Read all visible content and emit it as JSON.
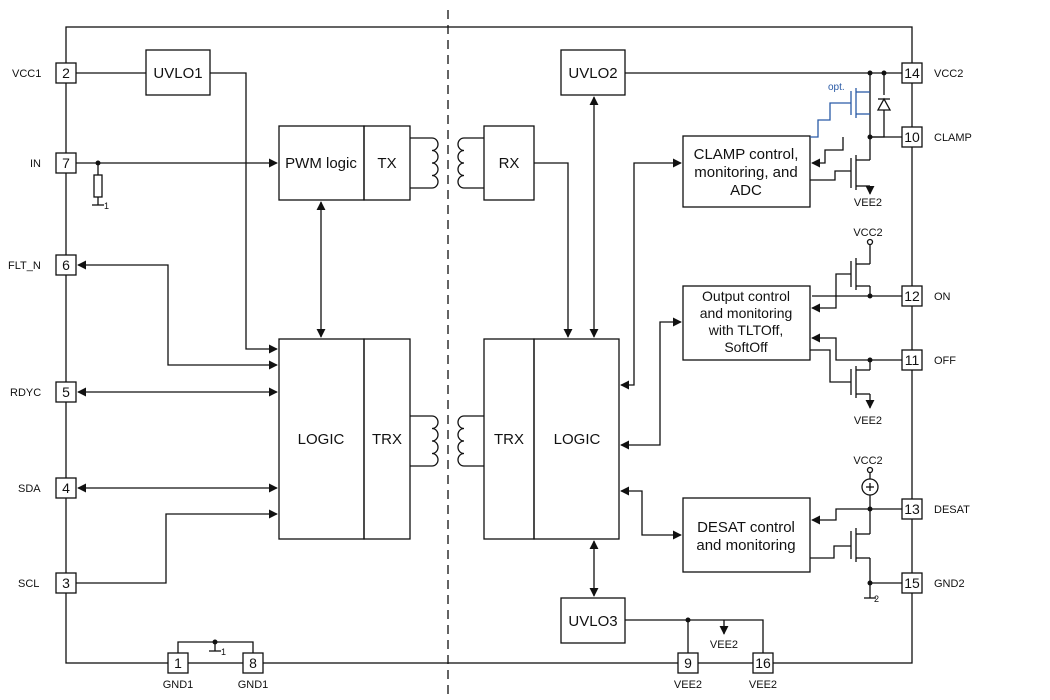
{
  "blocks": {
    "uvlo1": "UVLO1",
    "uvlo2": "UVLO2",
    "uvlo3": "UVLO3",
    "pwm_logic": "PWM logic",
    "tx": "TX",
    "rx": "RX",
    "logic_left": "LOGIC",
    "trx_left": "TRX",
    "trx_right": "TRX",
    "logic_right": "LOGIC",
    "clamp_line1": "CLAMP control,",
    "clamp_line2": "monitoring, and",
    "clamp_line3": "ADC",
    "output_line1": "Output control",
    "output_line2": "and monitoring",
    "output_line3": "with TLTOff,",
    "output_line4": "SoftOff",
    "desat_line1": "DESAT control",
    "desat_line2": "and monitoring"
  },
  "pins_left": [
    {
      "num": "2",
      "name": "VCC1"
    },
    {
      "num": "7",
      "name": "IN"
    },
    {
      "num": "6",
      "name": "FLT_N"
    },
    {
      "num": "5",
      "name": "RDYC"
    },
    {
      "num": "4",
      "name": "SDA"
    },
    {
      "num": "3",
      "name": "SCL"
    }
  ],
  "pins_right": [
    {
      "num": "14",
      "name": "VCC2"
    },
    {
      "num": "10",
      "name": "CLAMP"
    },
    {
      "num": "12",
      "name": "ON"
    },
    {
      "num": "11",
      "name": "OFF"
    },
    {
      "num": "13",
      "name": "DESAT"
    },
    {
      "num": "15",
      "name": "GND2"
    }
  ],
  "pins_bottom": [
    {
      "num": "1",
      "name": "GND1"
    },
    {
      "num": "8",
      "name": "GND1"
    },
    {
      "num": "9",
      "name": "VEE2"
    },
    {
      "num": "16",
      "name": "VEE2"
    }
  ],
  "labels": {
    "opt": "opt.",
    "vee2_clamp": "VEE2",
    "vcc2_on": "VCC2",
    "vee2_off": "VEE2",
    "vcc2_desat": "VCC2",
    "vee2_uvlo3": "VEE2",
    "gnd_ref1": "1",
    "gnd_ref1_bottom": "1",
    "gnd_ref2": "2"
  }
}
